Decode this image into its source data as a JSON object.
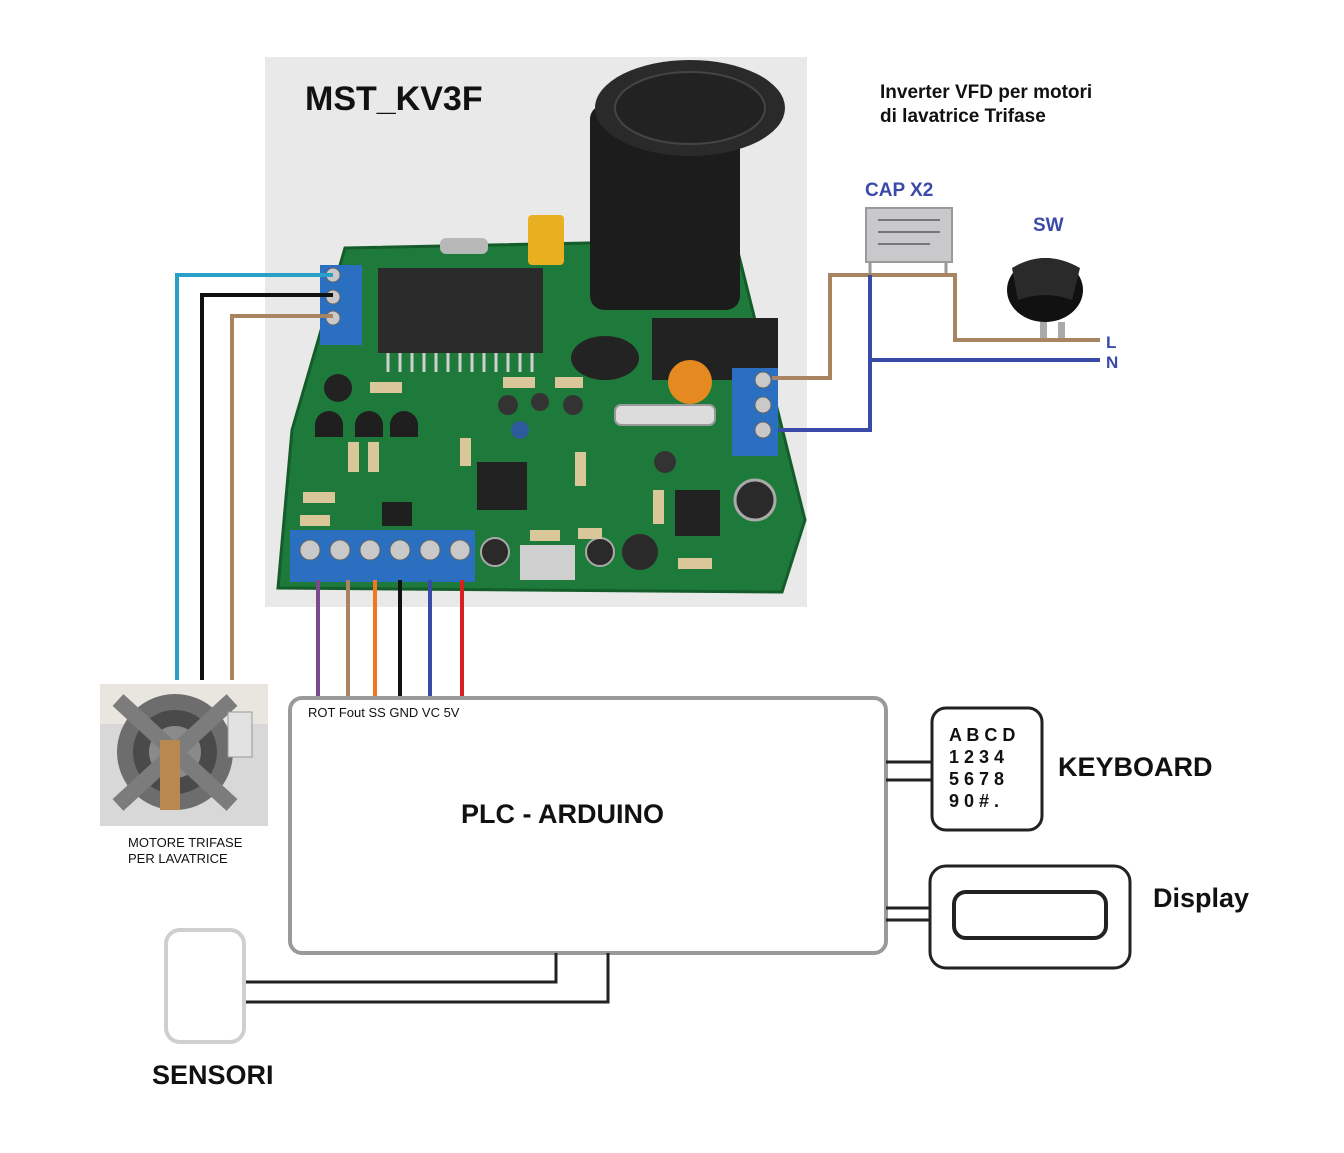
{
  "board": {
    "title": "MST_KV3F",
    "description_line1": "Inverter VFD per motori",
    "description_line2": "di lavatrice Trifase"
  },
  "capacitor": {
    "label": "CAP X2"
  },
  "switch": {
    "label": "SW"
  },
  "mains": {
    "line_label": "L",
    "neutral_label": "N"
  },
  "plc": {
    "title": "PLC -  ARDUINO",
    "pins_label": "ROT Fout SS GND VC 5V"
  },
  "motor": {
    "caption_line1": "MOTORE TRIFASE",
    "caption_line2": "PER LAVATRICE"
  },
  "keyboard": {
    "label": "KEYBOARD",
    "keys": [
      "A B C D",
      "1 2 3 4",
      "5 6 7 8",
      "9 0 # ."
    ]
  },
  "display": {
    "label": "Display"
  },
  "sensors": {
    "label": "SENSORI"
  },
  "colors": {
    "pcb": "#1e7a3a",
    "capacitor_body": "#1c1c1c",
    "terminal_blue": "#2a6fc0",
    "wire_cyan": "#2aa0c8",
    "wire_brown": "#a98462",
    "wire_navy": "#3a4aa8",
    "wire_purple": "#7a4a8a",
    "wire_orange": "#f07820",
    "wire_red": "#d82020",
    "box_border": "#9a9a9a"
  }
}
